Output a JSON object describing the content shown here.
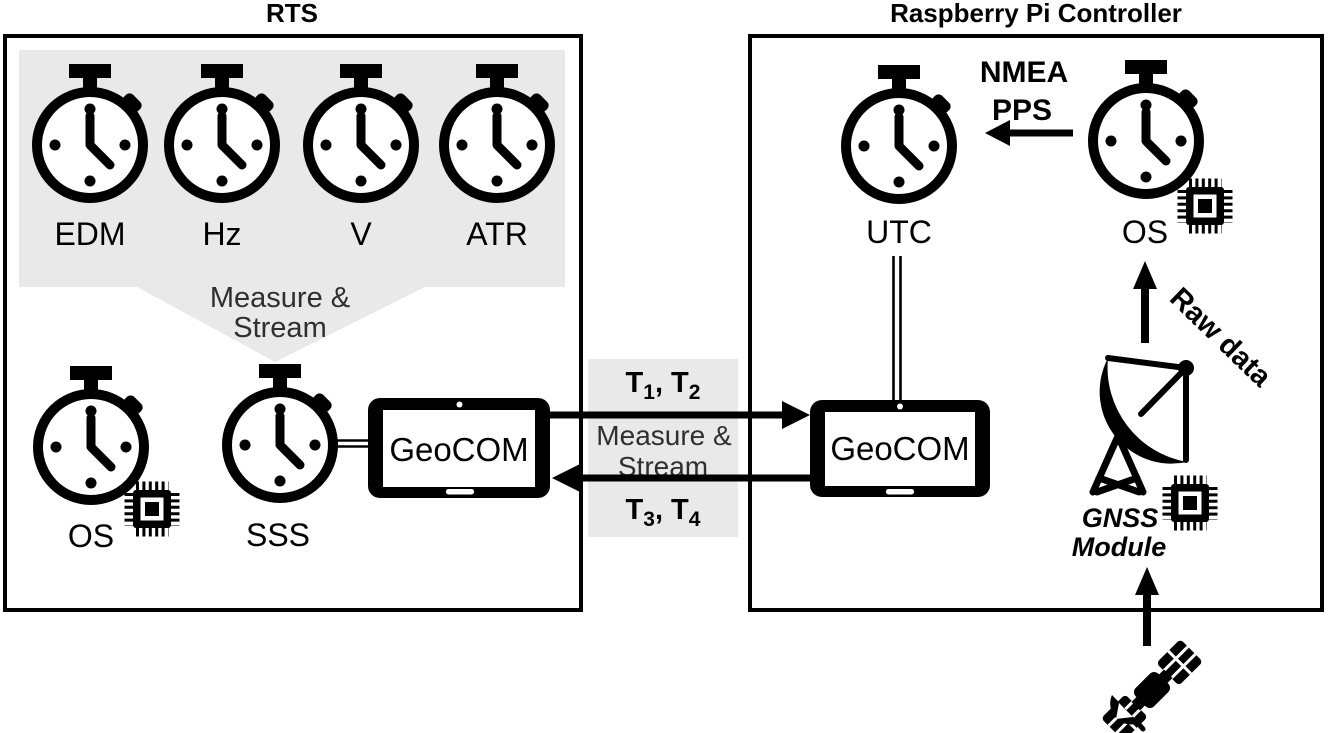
{
  "left_panel": {
    "title": "RTS",
    "sensor_clock_labels": [
      "EDM",
      "Hz",
      "V",
      "ATR"
    ],
    "funnel_text": {
      "line1": "Measure &",
      "line2": "Stream"
    },
    "os_label": "OS",
    "sss_label": "SSS",
    "geocom_label": "GeoCOM"
  },
  "interface": {
    "timestamps_top": {
      "base": "T",
      "sub_a": "1",
      "mid": ", T",
      "sub_b": "2"
    },
    "label": {
      "line1": "Measure &",
      "line2": "Stream"
    },
    "timestamps_bottom": {
      "base": "T",
      "sub_a": "3",
      "mid": ", T",
      "sub_b": "4"
    }
  },
  "right_panel": {
    "title": "Raspberry Pi Controller",
    "utc_label": "UTC",
    "os_label": "OS",
    "nmea_pps": {
      "line1": "NMEA",
      "line2": "PPS"
    },
    "geocom_label": "GeoCOM",
    "raw_data_label": "Raw data",
    "gnss_module": {
      "line1": "GNSS",
      "line2": "Module"
    }
  },
  "colors": {
    "ink": "#000000",
    "panel_gray": "#e9e9e9",
    "soft_ink": "#2f2f2f"
  }
}
